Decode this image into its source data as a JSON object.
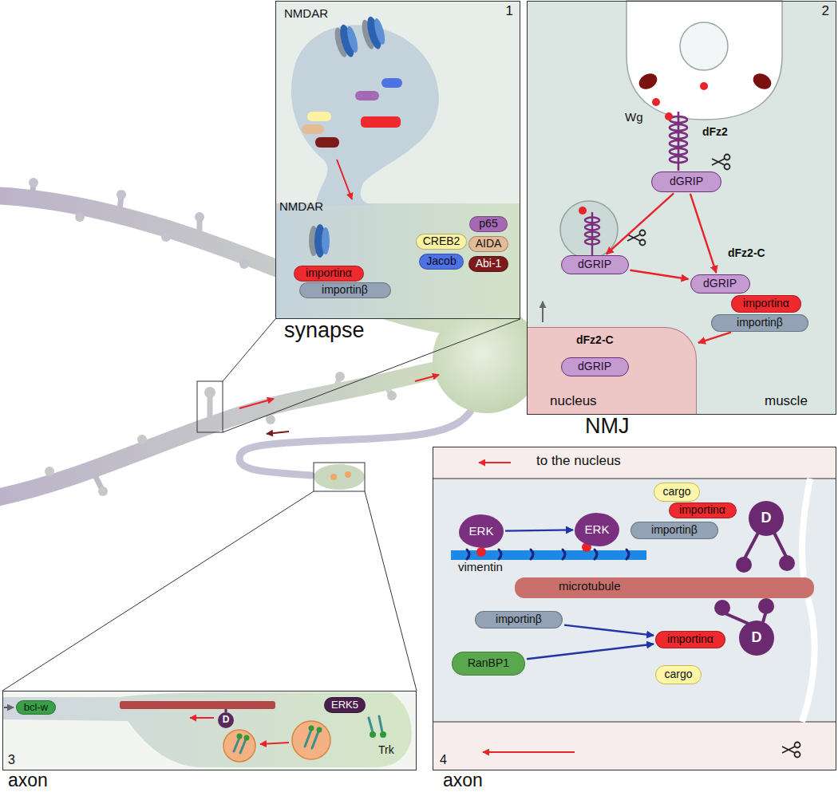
{
  "diagram": {
    "nodes": [
      {
        "text": [
          "1",
          "synapse"
        ]
      },
      {
        "text": [
          "importinα"
        ],
        "in": 0
      },
      {
        "text": [
          "importinβ"
        ],
        "in": 0
      },
      {
        "text": [
          "p65"
        ],
        "in": 0
      },
      {
        "text": [
          "CREB2"
        ],
        "in": 0
      },
      {
        "text": [
          "AIDA"
        ],
        "in": 0
      },
      {
        "text": [
          "Jacob"
        ],
        "in": 0
      },
      {
        "text": [
          "Abi-1"
        ],
        "in": 0
      },
      {
        "text": [
          "2",
          "NMJ"
        ]
      },
      {
        "text": [
          "dGRIP"
        ],
        "in": 8
      },
      {
        "text": [
          "dGRIP"
        ],
        "in": 8
      },
      {
        "text": [
          "dGRIP"
        ],
        "in": 8
      },
      {
        "text": [
          "importinα"
        ],
        "in": 8
      },
      {
        "text": [
          "importinβ"
        ],
        "in": 8
      },
      {
        "text": [
          "nucleus"
        ],
        "in": 8
      },
      {
        "text": [
          "dGRIP"
        ],
        "in": 14
      },
      {
        "text": [
          "3",
          "axon"
        ]
      },
      {
        "text": [
          "bcl-w"
        ],
        "in": 16
      },
      {
        "text": [
          "D"
        ],
        "in": 16
      },
      {
        "text": [
          "ERK5"
        ],
        "in": 16
      },
      {
        "text": [
          "4",
          "axon"
        ]
      },
      {
        "text": [
          "ERK"
        ],
        "in": 20
      },
      {
        "text": [
          "ERK"
        ],
        "in": 20
      },
      {
        "text": [
          "cargo"
        ],
        "in": 20
      },
      {
        "text": [
          "importinα"
        ],
        "in": 20
      },
      {
        "text": [
          "importinβ"
        ],
        "in": 20
      },
      {
        "text": [
          "D"
        ],
        "in": 20
      },
      {
        "text": [
          "importinβ"
        ],
        "in": 20
      },
      {
        "text": [
          "importinα"
        ],
        "in": 20
      },
      {
        "text": [
          "D"
        ],
        "in": 20
      },
      {
        "text": [
          "RanBP1"
        ],
        "in": 20
      },
      {
        "text": [
          "cargo"
        ],
        "in": 20
      }
    ],
    "edges": [
      {
        "from": 9,
        "to": 10,
        "arrow": "to"
      },
      {
        "from": 9,
        "to": 11,
        "arrow": "to"
      },
      {
        "from": 10,
        "to": 11,
        "arrow": "to"
      },
      {
        "from": 13,
        "to": 14,
        "arrow": "to"
      },
      {
        "from": 21,
        "to": 22,
        "arrow": "to"
      },
      {
        "from": 27,
        "to": 28,
        "arrow": "to"
      },
      {
        "from": 30,
        "to": 28,
        "arrow": "to"
      }
    ],
    "labels": [
      "NMDAR",
      "NMDAR",
      "Wg",
      "dFz2",
      "dFz2-C",
      "dFz2-C",
      "muscle",
      "Trk",
      "to the nucleus",
      "vimentin",
      "microtubule"
    ]
  }
}
